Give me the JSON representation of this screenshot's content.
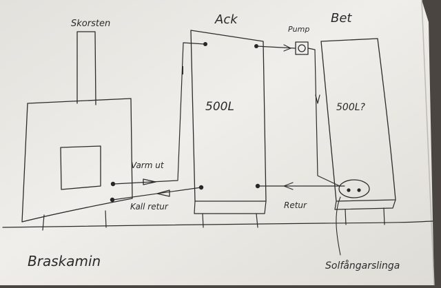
{
  "labels": {
    "chimney": "Skorsten",
    "accumulator": "Ack",
    "boiler": "Bet",
    "pump": "Pump",
    "accumulator_volume": "500L",
    "boiler_volume": "500L?",
    "hot_out": "Varm ut",
    "cold_return": "Kall retur",
    "return": "Retur",
    "stove": "Braskamin",
    "solar_coil": "Solfångarslinga"
  },
  "colors": {
    "paper": "#ecebe6",
    "ink": "#2b2b2b",
    "background": "#4a4540"
  }
}
